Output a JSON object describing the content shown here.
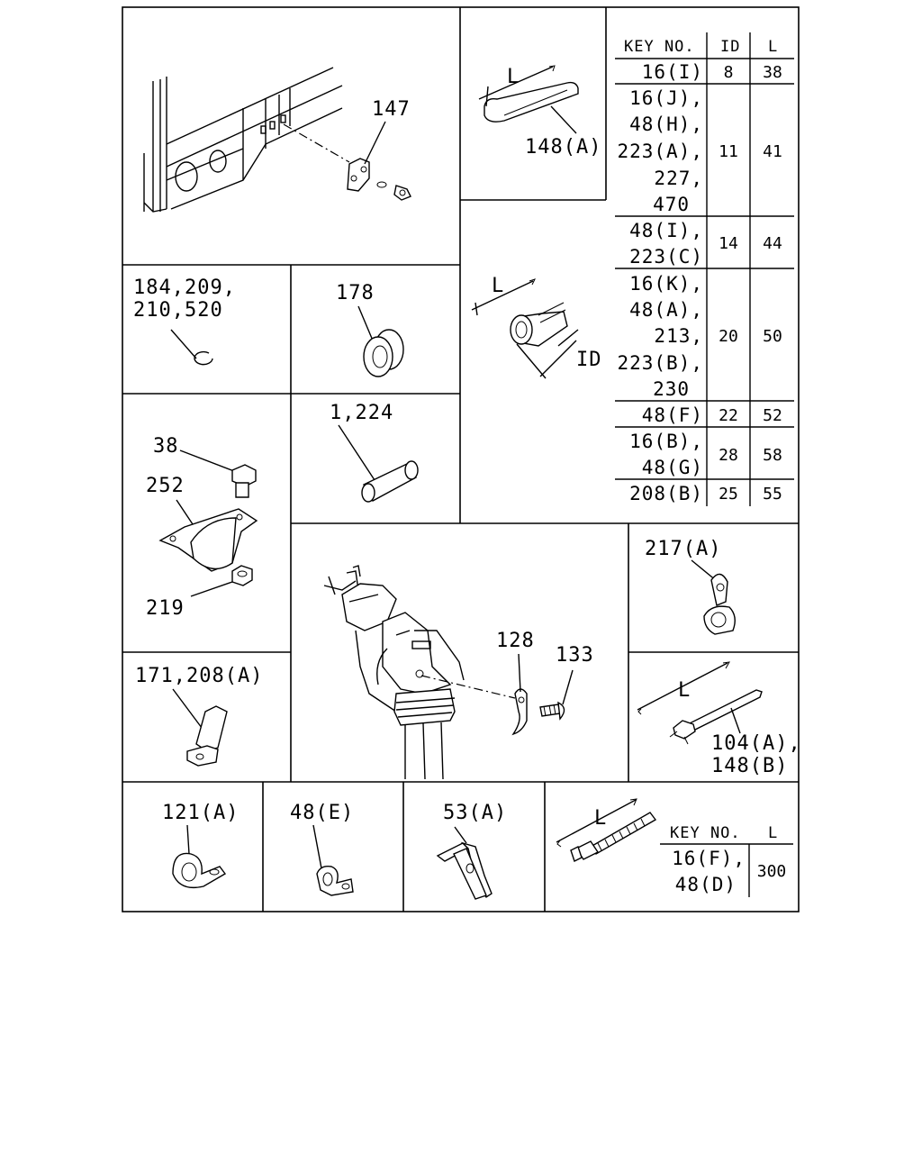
{
  "callouts": {
    "p147": "147",
    "p148a": "148(A)",
    "p184": "184,209,",
    "p210": "210,520",
    "p178": "178",
    "p38": "38",
    "p252": "252",
    "p219": "219",
    "p1": "1,224",
    "p171": "171,208(A)",
    "p128": "128",
    "p133": "133",
    "p217": "217(A)",
    "p104": "104(A),",
    "p148b": "148(B)",
    "p121": "121(A)",
    "p48e": "48(E)",
    "p53": "53(A)"
  },
  "dim": {
    "L1": "L",
    "L2": "L",
    "ID": "ID",
    "L3": "L",
    "L4": "L"
  },
  "table_main": {
    "header": [
      "KEY NO.",
      "ID",
      "L"
    ],
    "rows": [
      {
        "keys": [
          "16(I)"
        ],
        "id": "8",
        "l": "38"
      },
      {
        "keys": [
          "16(J),",
          "48(H),",
          "223(A),",
          "227,",
          "470"
        ],
        "id": "11",
        "l": "41"
      },
      {
        "keys": [
          "48(I),",
          "223(C)"
        ],
        "id": "14",
        "l": "44"
      },
      {
        "keys": [
          "16(K),",
          "48(A),",
          "213,",
          "223(B),",
          "230"
        ],
        "id": "20",
        "l": "50"
      },
      {
        "keys": [
          "48(F)"
        ],
        "id": "22",
        "l": "52"
      },
      {
        "keys": [
          "16(B),",
          "48(G)"
        ],
        "id": "28",
        "l": "58"
      },
      {
        "keys": [
          "208(B)"
        ],
        "id": "25",
        "l": "55"
      }
    ]
  },
  "table_tie": {
    "header": [
      "KEY NO.",
      "L"
    ],
    "keys": [
      "16(F),",
      "48(D)"
    ],
    "l": "300"
  }
}
